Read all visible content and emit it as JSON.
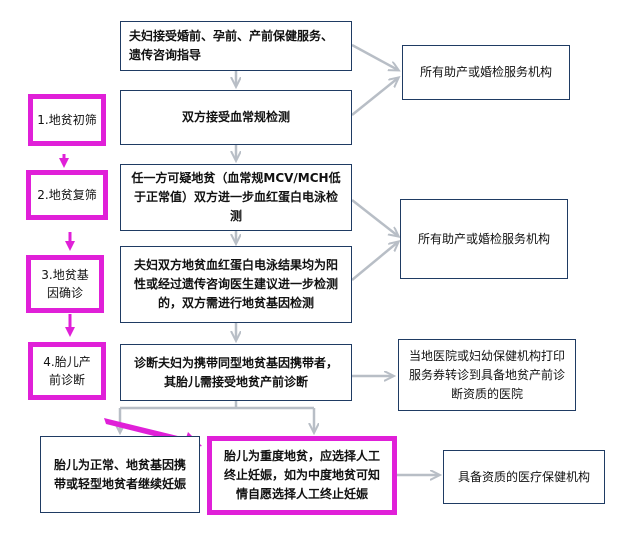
{
  "steps": [
    {
      "label": "1.地贫初筛"
    },
    {
      "label": "2.地贫复筛"
    },
    {
      "label": "3.地贫基因确诊"
    },
    {
      "label": "4.胎儿产前诊断"
    }
  ],
  "flow": {
    "couple_services": "夫妇接受婚前、孕前、产前保健服务、遗传咨询指导",
    "blood_routine": "双方接受血常规检测",
    "suspected": "任一方可疑地贫（血常规MCV/MCH低于正常值）双方进一步血红蛋白电泳检测",
    "electrophoresis": "夫妇双方地贫血红蛋白电泳结果均为阳性或经过遗传咨询医生建议进一步检测的，双方需进行地贫基因检测",
    "carriers": "诊断夫妇为携带同型地贫基因携带者，其胎儿需接受地贫产前诊断",
    "normal": "胎儿为正常、地贫基因携带或轻型地贫者继续妊娠",
    "severe": "胎儿为重度地贫，应选择人工终止妊娠，如为中度地贫可知情自愿选择人工终止妊娠"
  },
  "side": {
    "institutions_1": "所有助产或婚检服务机构",
    "institutions_2": "所有助产或婚检服务机构",
    "referral": "当地医院或妇幼保健机构打印服务券转诊到具备地贫产前诊断资质的医院",
    "qualified": "具备资质的医疗保健机构"
  },
  "colors": {
    "box_border": "#1f3b63",
    "highlight": "#e020d8",
    "arrow": "#b8bec6"
  }
}
